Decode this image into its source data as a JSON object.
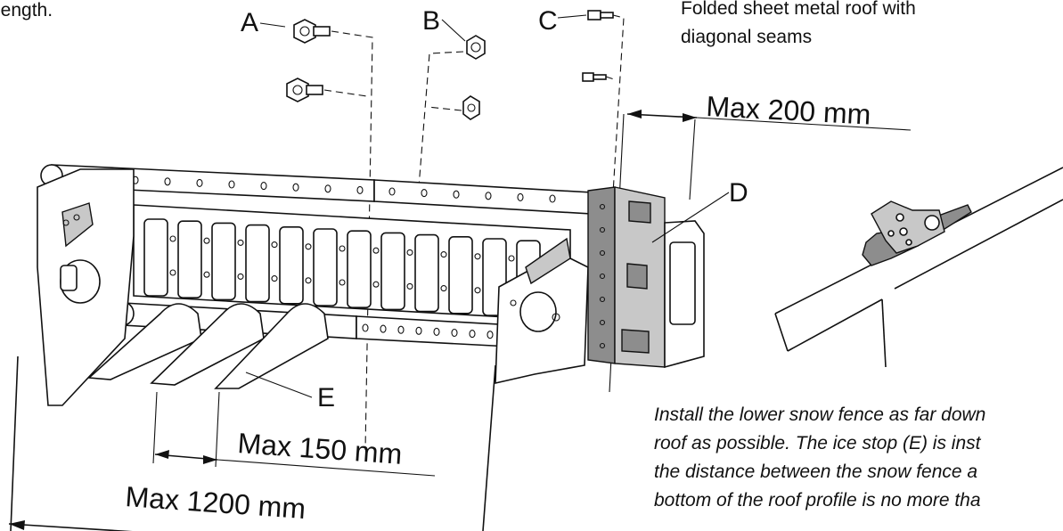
{
  "header": {
    "left_fragment": "length.",
    "roof_type_line1": "Folded sheet metal roof with",
    "roof_type_line2": "diagonal seams"
  },
  "labels": {
    "a": "A",
    "b": "B",
    "c": "C",
    "d": "D",
    "e": "E"
  },
  "dimensions": {
    "max_200": "Max 200 mm",
    "max_150": "Max 150 mm",
    "max_1200": "Max 1200 mm"
  },
  "note": {
    "line1": "Install the lower snow fence as far down",
    "line2": "roof as possible. The ice stop (E) is inst",
    "line3": "the distance between the snow fence a",
    "line4": "bottom of the roof profile is no more tha"
  }
}
